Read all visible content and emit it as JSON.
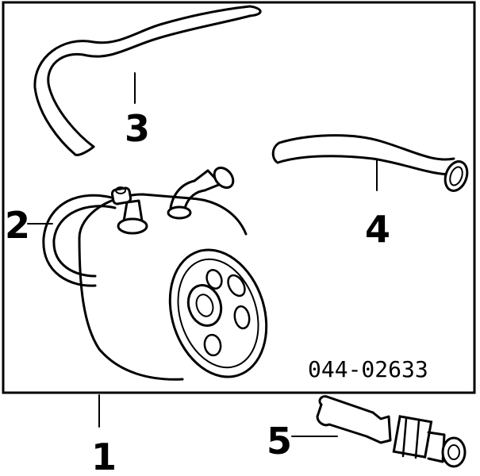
{
  "diagram": {
    "part_number": "044-02633",
    "callouts": [
      {
        "id": "1",
        "label": "1"
      },
      {
        "id": "2",
        "label": "2"
      },
      {
        "id": "3",
        "label": "3"
      },
      {
        "id": "4",
        "label": "4"
      },
      {
        "id": "5",
        "label": "5"
      }
    ],
    "colors": {
      "line": "#000000",
      "background": "#ffffff"
    }
  }
}
